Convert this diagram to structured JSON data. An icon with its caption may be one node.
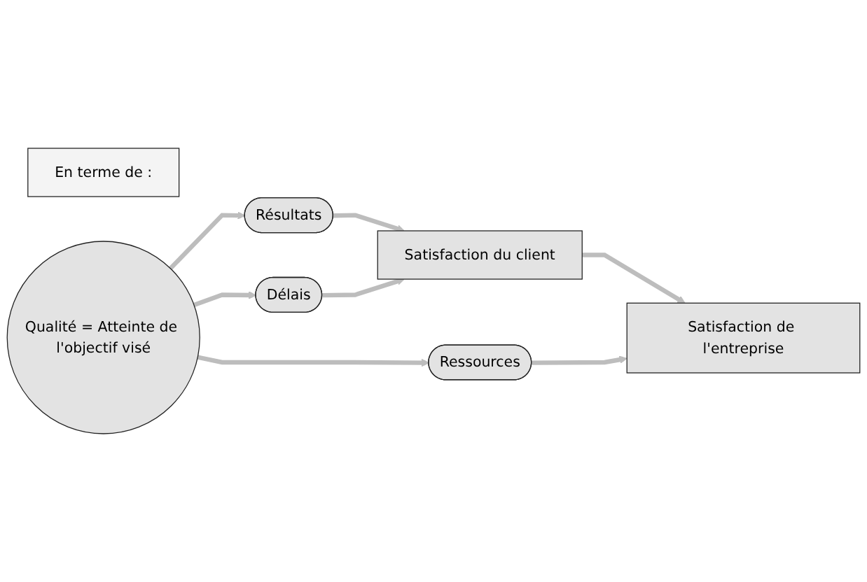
{
  "diagram": {
    "nodes": [
      {
        "text": [
          "En terme de :"
        ]
      },
      {
        "text": [
          "Qualité = Atteinte de l'objectif visé"
        ]
      },
      {
        "text": [
          "Résultats"
        ]
      },
      {
        "text": [
          "Délais"
        ]
      },
      {
        "text": [
          "Ressources"
        ]
      },
      {
        "text": [
          "Satisfaction du client"
        ]
      },
      {
        "text": [
          "Satisfaction de l'entreprise"
        ]
      }
    ],
    "edges": [
      {
        "from": 1,
        "to": 2,
        "arrow": "to"
      },
      {
        "from": 1,
        "to": 3,
        "arrow": "to"
      },
      {
        "from": 1,
        "to": 4,
        "arrow": "to"
      },
      {
        "from": 2,
        "to": 5,
        "arrow": "to"
      },
      {
        "from": 3,
        "to": 5,
        "arrow": "to"
      },
      {
        "from": 5,
        "to": 6,
        "arrow": "to"
      },
      {
        "from": 4,
        "to": 6,
        "arrow": "to"
      }
    ]
  }
}
